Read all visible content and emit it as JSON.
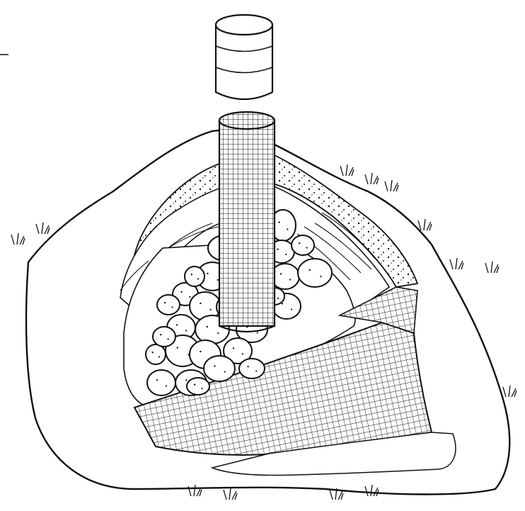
{
  "illustration": {
    "parts": [
      {
        "id": "ventilation-pipe-cap",
        "icon": "pipe-cap-icon"
      },
      {
        "id": "mesh-ventilation-tube",
        "icon": "mesh-tube-icon"
      },
      {
        "id": "soil-cover-layer",
        "icon": "soil-layer-icon"
      },
      {
        "id": "straw-insulation-layer",
        "icon": "straw-layer-icon"
      },
      {
        "id": "stored-potatoes",
        "icon": "potato-icon"
      },
      {
        "id": "mesh-floor-liner",
        "icon": "mesh-floor-icon"
      },
      {
        "id": "grass-tufts",
        "icon": "grass-icon"
      }
    ],
    "colors": {
      "ink": "#111111",
      "paper": "#ffffff"
    },
    "potato_count": 28
  }
}
